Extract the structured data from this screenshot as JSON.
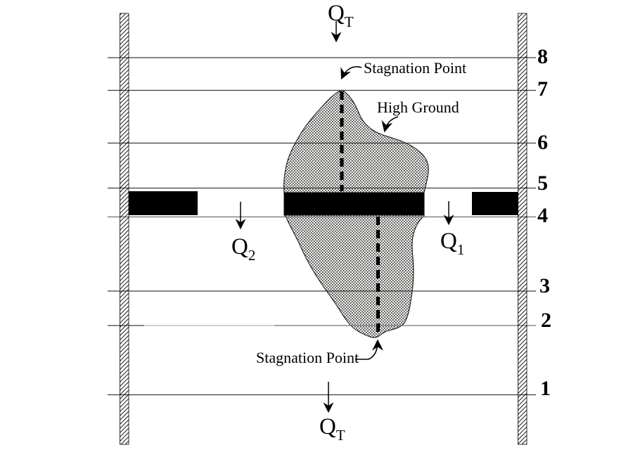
{
  "figure": {
    "flows": {
      "top": {
        "symbol": "Q",
        "subscript": "T"
      },
      "bottom": {
        "symbol": "Q",
        "subscript": "T"
      },
      "left": {
        "symbol": "Q",
        "subscript": "2"
      },
      "right": {
        "symbol": "Q",
        "subscript": "1"
      }
    },
    "annotations": {
      "stagnation_top": "Stagnation Point",
      "stagnation_bottom": "Stagnation Point",
      "high_ground": "High Ground"
    },
    "line_numbers": [
      "8",
      "7",
      "6",
      "5",
      "4",
      "3",
      "2",
      "1"
    ],
    "colors": {
      "ink": "#000000",
      "line": "#3d3d3d",
      "faded_line": "#b5b5b5",
      "stipple_dot": "#3c3c3c"
    }
  }
}
